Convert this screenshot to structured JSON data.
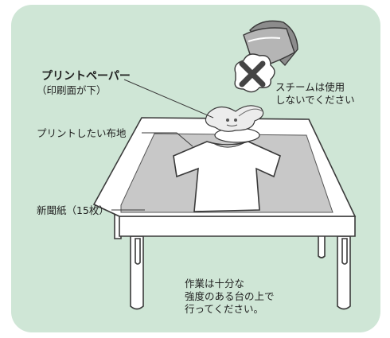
{
  "labels": {
    "paper_title": "プリントペーパー",
    "paper_note": "（印刷面が下）",
    "steam_line1": "スチームは使用",
    "steam_line2": "しないでください",
    "fabric": "プリントしたい布地",
    "newspaper": "新聞紙（15枚）",
    "work_line1": "作業は十分な",
    "work_line2": "強度のある台の上で",
    "work_line3": "行ってください。"
  },
  "colors": {
    "background": "#cfe6d6",
    "outline": "#3a3a3a",
    "table_top": "#ffffff",
    "newspaper": "#c8c8c8",
    "iron_body": "#9a9a9a",
    "prohibited_mark": "#444444"
  },
  "icons": [
    "iron-icon",
    "steam-cloud-icon",
    "prohibited-x-icon",
    "rabbit-transfer-paper-icon",
    "t-shirt-icon"
  ]
}
